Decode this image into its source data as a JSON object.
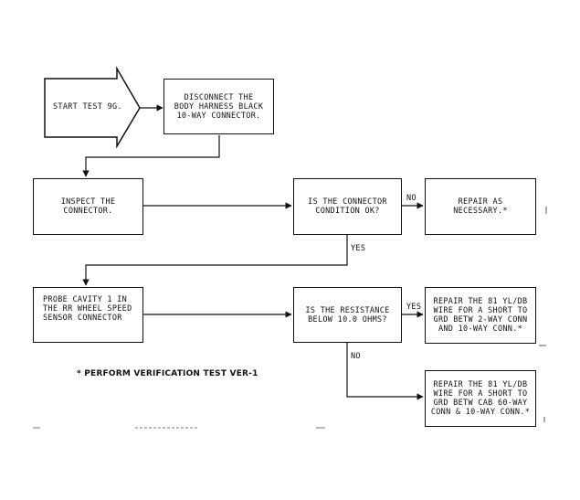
{
  "diagram": {
    "start": {
      "label": "START TEST 9G."
    },
    "boxes": [
      {
        "id": "disconnect",
        "label": "DISCONNECT THE\nBODY HARNESS BLACK\n10-WAY CONNECTOR."
      },
      {
        "id": "inspect",
        "label": "INSPECT THE\nCONNECTOR."
      },
      {
        "id": "condition",
        "label": "IS THE CONNECTOR\nCONDITION OK?"
      },
      {
        "id": "repair-necessary",
        "label": "REPAIR AS\nNECESSARY.*"
      },
      {
        "id": "probe",
        "label": "PROBE CAVITY 1 IN\nTHE RR WHEEL SPEED\nSENSOR CONNECTOR"
      },
      {
        "id": "resistance",
        "label": "IS THE RESISTANCE\nBELOW 10.0 OHMS?"
      },
      {
        "id": "repair-2way",
        "label": "REPAIR THE 81 YL/DB\nWIRE FOR A SHORT TO\nGRD BETW 2-WAY CONN\nAND 10-WAY CONN.*"
      },
      {
        "id": "repair-60way",
        "label": "REPAIR THE 81 YL/DB\nWIRE FOR A SHORT TO\nGRD BETW CAB 60-WAY\nCONN & 10-WAY CONN.*"
      }
    ],
    "edge_labels": {
      "condition_no": "NO",
      "condition_yes": "YES",
      "resistance_yes": "YES",
      "resistance_no": "NO"
    },
    "footnote": "* PERFORM VERIFICATION TEST VER-1"
  }
}
